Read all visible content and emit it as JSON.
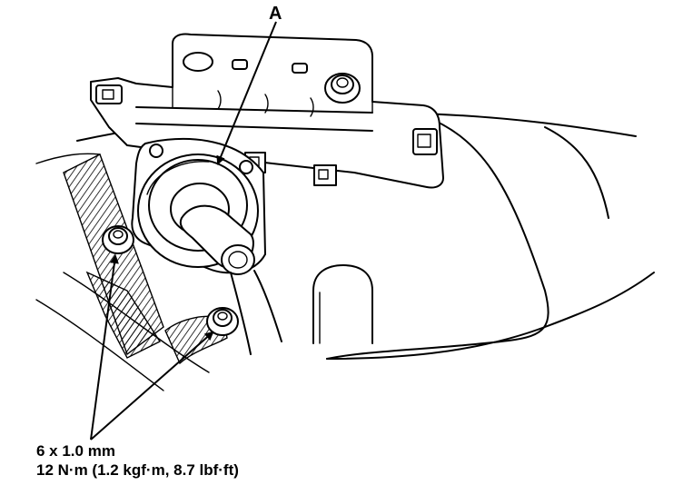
{
  "diagram": {
    "callout_a": "A",
    "fastener_size": "6 x 1.0 mm",
    "torque_spec": "12 N·m (1.2 kgf·m, 8.7 lbf·ft)"
  },
  "colors": {
    "line": "#000000",
    "background": "#ffffff"
  }
}
